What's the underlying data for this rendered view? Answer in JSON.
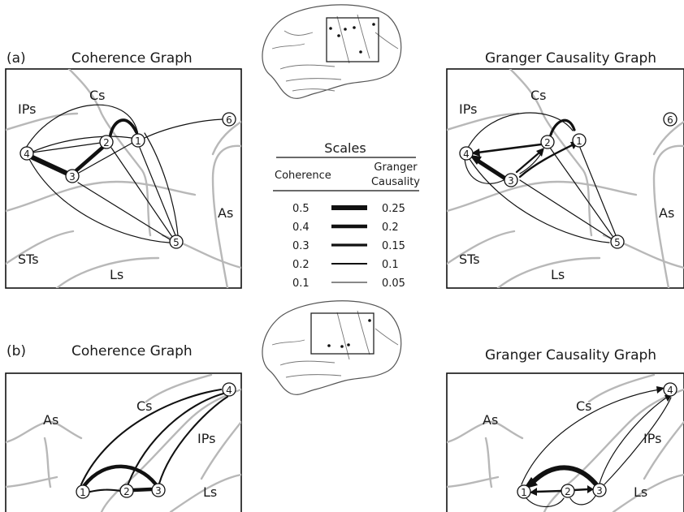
{
  "panel_a": {
    "label": "(a)",
    "coherence_title": "Coherence Graph",
    "granger_title": "Granger Causality Graph",
    "coh_regions": [
      "Cs",
      "IPs",
      "As",
      "STs",
      "Ls"
    ],
    "gc_regions": [
      "Cs",
      "IPs",
      "As",
      "STs",
      "Ls"
    ],
    "coh_nodes": [
      "1",
      "2",
      "3",
      "4",
      "5",
      "6"
    ],
    "gc_nodes": [
      "1",
      "2",
      "3",
      "4",
      "5",
      "6"
    ]
  },
  "panel_b": {
    "label": "(b)",
    "coherence_title": "Coherence Graph",
    "granger_title": "Granger Causality Graph",
    "coh_regions": [
      "Cs",
      "As",
      "IPs",
      "Ls"
    ],
    "gc_regions": [
      "Cs",
      "As",
      "IPs",
      "Ls"
    ],
    "coh_nodes": [
      "1",
      "2",
      "3",
      "4"
    ],
    "gc_nodes": [
      "1",
      "2",
      "3",
      "4"
    ]
  },
  "scales": {
    "title": "Scales",
    "coherence_header": "Coherence",
    "granger_header_line1": "Granger",
    "granger_header_line2": "Causality",
    "rows": [
      {
        "coherence": "0.5",
        "granger": "0.25",
        "weight": 6
      },
      {
        "coherence": "0.4",
        "granger": "0.2",
        "weight": 4.6
      },
      {
        "coherence": "0.3",
        "granger": "0.15",
        "weight": 3.3
      },
      {
        "coherence": "0.2",
        "granger": "0.1",
        "weight": 2.1
      },
      {
        "coherence": "0.1",
        "granger": "0.05",
        "weight": 1
      }
    ]
  }
}
